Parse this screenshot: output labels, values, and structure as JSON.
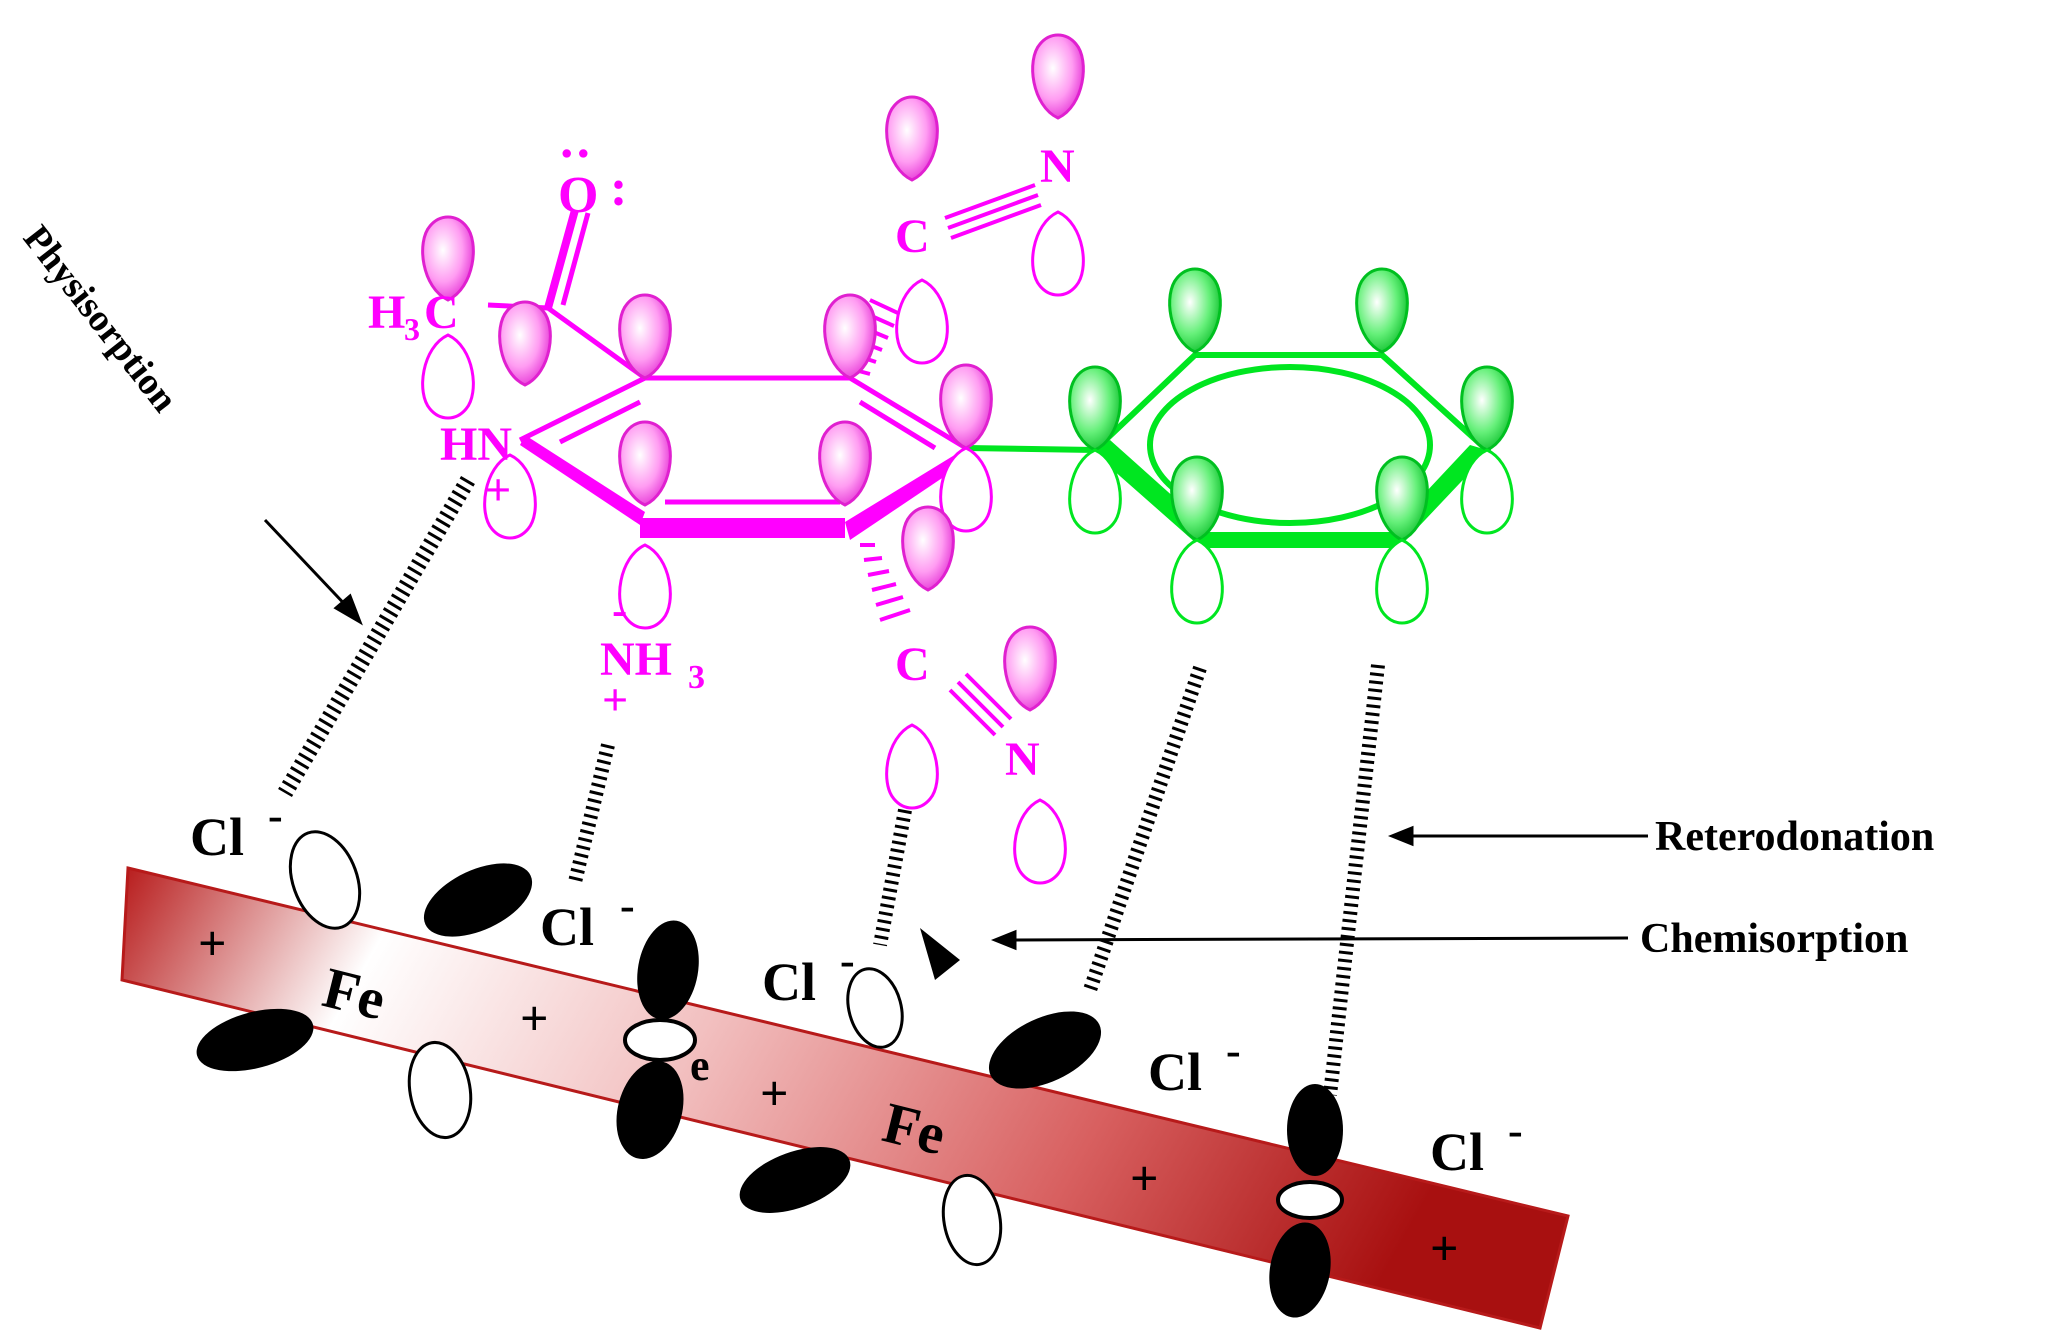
{
  "colors": {
    "magenta": "#ff00ff",
    "green": "#00e620",
    "surface_dark": "#b71a1a",
    "surface_light": "#ffffff"
  },
  "labels": {
    "physisorption": "Physisorption",
    "reterodonation": "Reterodonation",
    "chemisorption": "Chemisorption",
    "o": "O",
    "o_dots": ":",
    "h3c": "H",
    "h3c_sub": "3",
    "h3c_c": "C",
    "hn": "HN",
    "plus": "+",
    "minus": "-",
    "nh3": "NH",
    "nh3_sub": "3",
    "c": "C",
    "n": "N",
    "cl": "Cl",
    "fe": "Fe",
    "e_partial": "e"
  }
}
